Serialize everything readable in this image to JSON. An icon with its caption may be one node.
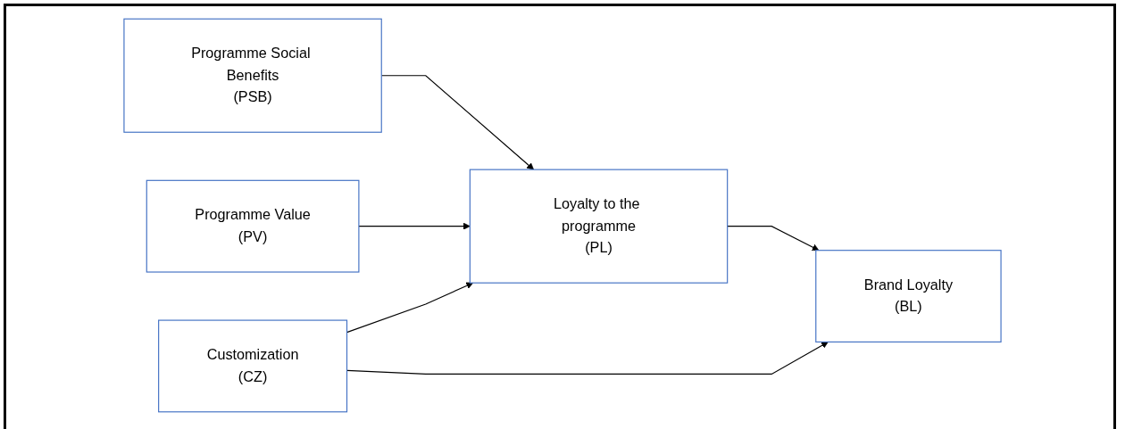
{
  "diagram": {
    "nodes": [
      {
        "text": [
          "Programme Social Benefits",
          "(PSB)"
        ]
      },
      {
        "text": [
          "Programme Value",
          "(PV)"
        ]
      },
      {
        "text": [
          "Loyalty to the programme",
          "(PL)"
        ]
      },
      {
        "text": [
          "Brand Loyalty",
          "(BL)"
        ]
      },
      {
        "text": [
          "Customization",
          "(CZ)"
        ]
      }
    ],
    "edges": [
      {
        "from": 0,
        "to": 2,
        "arrow": "to"
      },
      {
        "from": 1,
        "to": 2,
        "arrow": "to"
      },
      {
        "from": 2,
        "to": 3,
        "arrow": "to"
      },
      {
        "from": 4,
        "to": 2,
        "arrow": "to"
      },
      {
        "from": 4,
        "to": 3,
        "arrow": "to"
      }
    ]
  }
}
